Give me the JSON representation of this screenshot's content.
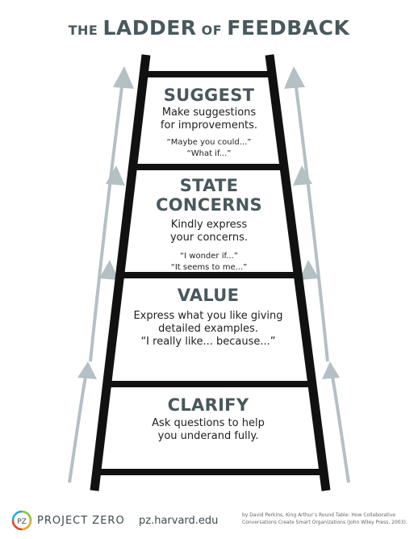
{
  "title": {
    "part1": "THE",
    "part2": "LADDER",
    "part3": "OF",
    "part4": "FEEDBACK"
  },
  "steps": [
    {
      "heading": "SUGGEST",
      "description": [
        "Make suggestions",
        "for improvements."
      ],
      "examples": [
        "“Maybe you could...”",
        "“What if...”"
      ]
    },
    {
      "heading": [
        "STATE",
        "CONCERNS"
      ],
      "description": [
        "Kindly express",
        "your concerns."
      ],
      "examples": [
        "“I wonder if...”",
        "“It seems to me...”"
      ]
    },
    {
      "heading": "VALUE",
      "description": [
        "Express what you like giving",
        "detailed examples."
      ],
      "examples": [
        "“I really like... because...”"
      ]
    },
    {
      "heading": "CLARIFY",
      "description": [
        "Ask questions to help",
        "you underand fully."
      ],
      "examples": []
    }
  ],
  "footer": {
    "logo_text": "PZ",
    "org_name": "PROJECT ZERO",
    "url": "pz.harvard.edu",
    "citation": [
      "by David Perkins, King Arthur’s Round Table: How Collaborative",
      "Conversations Create Smart Organizations (John Wiley Press, 2003)."
    ]
  },
  "colors": {
    "heading": "#48585c",
    "ladder": "#111111",
    "arrow": "#b3c0c4"
  }
}
